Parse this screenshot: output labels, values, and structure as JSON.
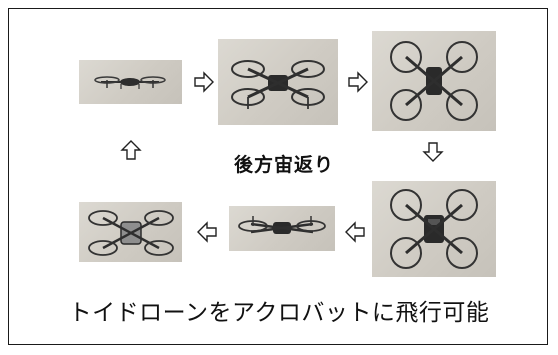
{
  "title": "後方宙返り",
  "caption": "トイドローンをアクロバットに飛行可能",
  "colors": {
    "border": "#1a1a1a",
    "wall": "#d3cfc7",
    "drone_body": "#2a2a2a",
    "arrow_stroke": "#222222"
  },
  "photos": [
    {
      "name": "photo-step-1",
      "pose": "level-side"
    },
    {
      "name": "photo-step-2",
      "pose": "tilt-front"
    },
    {
      "name": "photo-step-3",
      "pose": "top-down"
    },
    {
      "name": "photo-step-4",
      "pose": "top-down-rotated"
    },
    {
      "name": "photo-step-5",
      "pose": "inverted-side"
    },
    {
      "name": "photo-step-6",
      "pose": "underside"
    }
  ],
  "arrows": [
    {
      "name": "arrow-right-1",
      "icon": "right-arrow-icon"
    },
    {
      "name": "arrow-right-2",
      "icon": "right-arrow-icon"
    },
    {
      "name": "arrow-down",
      "icon": "down-arrow-icon"
    },
    {
      "name": "arrow-left-1",
      "icon": "left-arrow-icon"
    },
    {
      "name": "arrow-left-2",
      "icon": "left-arrow-icon"
    },
    {
      "name": "arrow-up",
      "icon": "up-arrow-icon"
    }
  ]
}
